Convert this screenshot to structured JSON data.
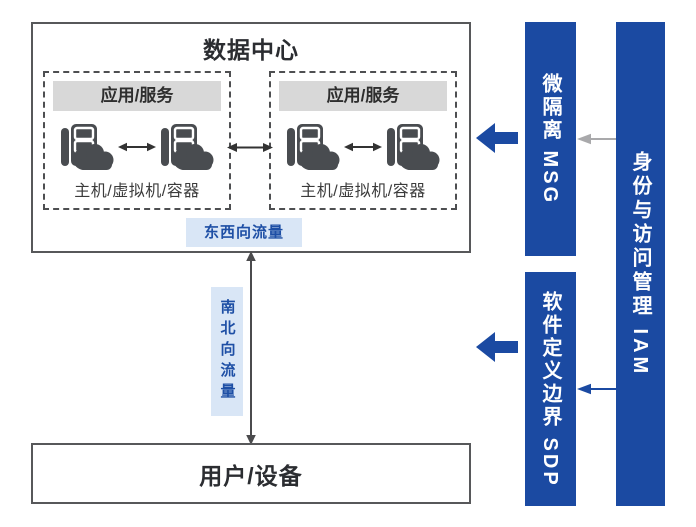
{
  "colors": {
    "pillar_blue": "#1b4aa2",
    "traffic_label_bg": "#d9e6f6",
    "traffic_label_text": "#1e4fa5",
    "box_border": "#57585a",
    "dashed_border": "#4e4f51",
    "header_bg": "#d8d8d8",
    "icon_gray": "#494c50",
    "arrow_dark": "#333333",
    "arrow_gray": "#a9a9ab",
    "text_dark": "#2b2d31"
  },
  "icons": {
    "host": "host-cloud-icon",
    "double_arrow": "double-arrow-icon",
    "big_left_arrow": "big-left-arrow-icon",
    "thin_left_arrow": "thin-left-arrow-icon"
  },
  "datacenter": {
    "title": "数据中心",
    "groups": [
      {
        "header": "应用/服务",
        "hosts_label": "主机/虚拟机/容器"
      },
      {
        "header": "应用/服务",
        "hosts_label": "主机/虚拟机/容器"
      }
    ]
  },
  "traffic": {
    "east_west": "东西向流量",
    "north_south": "南北向流量"
  },
  "user_box": {
    "label": "用户/设备"
  },
  "pillars": {
    "msg": "微隔离 MSG",
    "sdp": "软件定义边界 SDP",
    "iam": "身份与访问管理 IAM"
  }
}
